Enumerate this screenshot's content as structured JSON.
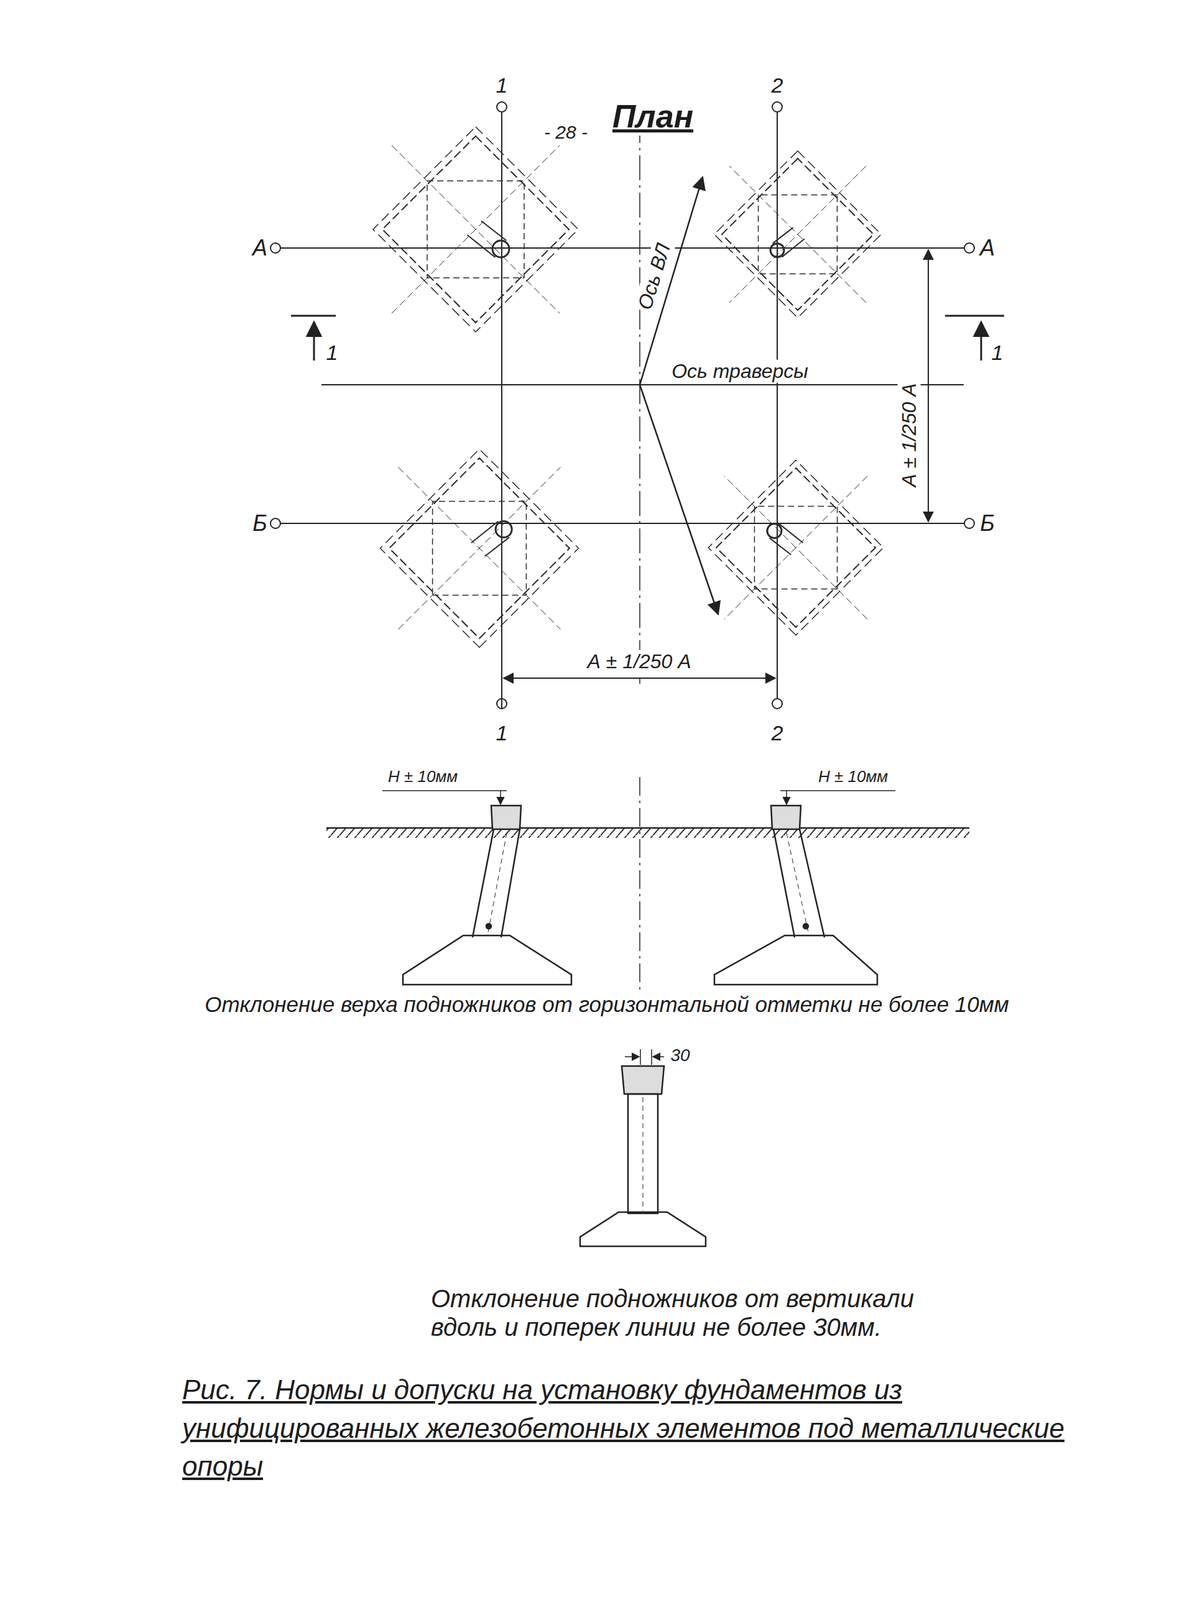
{
  "diagram": {
    "title": "План",
    "caption": "Рис. 7. Нормы и допуски на установку фундаментов из унифицированных железобетонных элементов под металлические опоры",
    "labels": [
      "- 28 -",
      "1",
      "2",
      "А",
      "А",
      "Ось ВЛ",
      "1",
      "1",
      "Ось траверсы",
      "А ± 1/250 А",
      "Б",
      "Б",
      "А ± 1/250 А",
      "1",
      "2",
      "Н ± 10мм",
      "Н ± 10мм",
      "Отклонение верха подножников от горизонтальной отметки не более 10мм",
      "30",
      "Отклонение подножников от вертикали вдоль и поперек линии не более 30мм."
    ]
  }
}
